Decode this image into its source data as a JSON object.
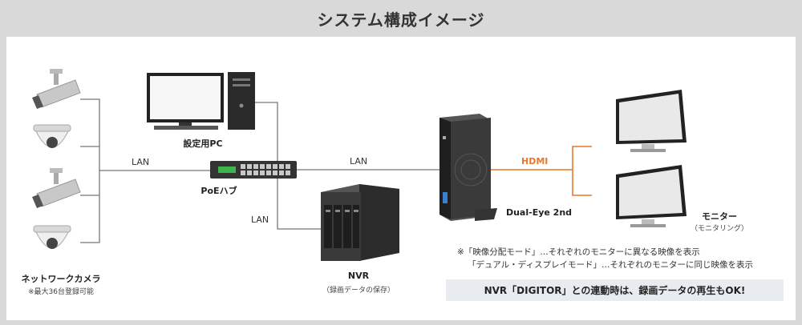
{
  "title": "システム構成イメージ",
  "devices": {
    "camera": {
      "label": "ネットワークカメラ",
      "sub": "※最大36台登録可能"
    },
    "pc": {
      "label": "設定用PC"
    },
    "poe": {
      "label": "PoEハブ"
    },
    "nvr": {
      "label": "NVR",
      "sub": "（録画データの保存）"
    },
    "dualeye": {
      "label": "Dual-Eye 2nd"
    },
    "monitor": {
      "label": "モニター",
      "sub": "（モニタリング）"
    }
  },
  "links": {
    "lan_cameras": "LAN",
    "lan_main": "LAN",
    "lan_nvr": "LAN",
    "hdmi": "HDMI"
  },
  "notes": [
    "※「映像分配モード」…それぞれのモニターに異なる映像を表示",
    "「デュアル・ディスプレイモード」…それぞれのモニターに同じ映像を表示"
  ],
  "highlight": "NVR「DIGITOR」との連動時は、録画データの再生もOK!",
  "colors": {
    "hdmi": "#e8772e",
    "line": "#777777",
    "banner": "#d9d9d9"
  }
}
